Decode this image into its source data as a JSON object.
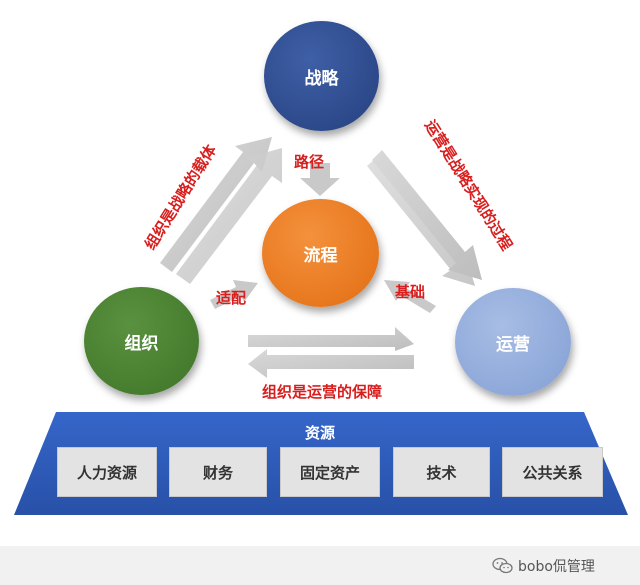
{
  "nodes": {
    "strategy": "战略",
    "process": "流程",
    "organization": "组织",
    "operations": "运营"
  },
  "relations": {
    "path": "路径",
    "adapt": "适配",
    "foundation": "基础",
    "guarantee": "组织是运营的保障",
    "carrier": "组织是战略的载体",
    "realization": "运营是战略实现的过程"
  },
  "resources": {
    "title": "资源",
    "items": [
      "人力资源",
      "财务",
      "固定资产",
      "技术",
      "公共关系"
    ]
  },
  "watermark": "bobo侃管理",
  "colors": {
    "strategy": "#2e4b8f",
    "process": "#ec7d22",
    "organization": "#4b8233",
    "operations": "#93ade0",
    "label_red": "#d91e1e",
    "resource_blue": "#2f5dbe"
  }
}
